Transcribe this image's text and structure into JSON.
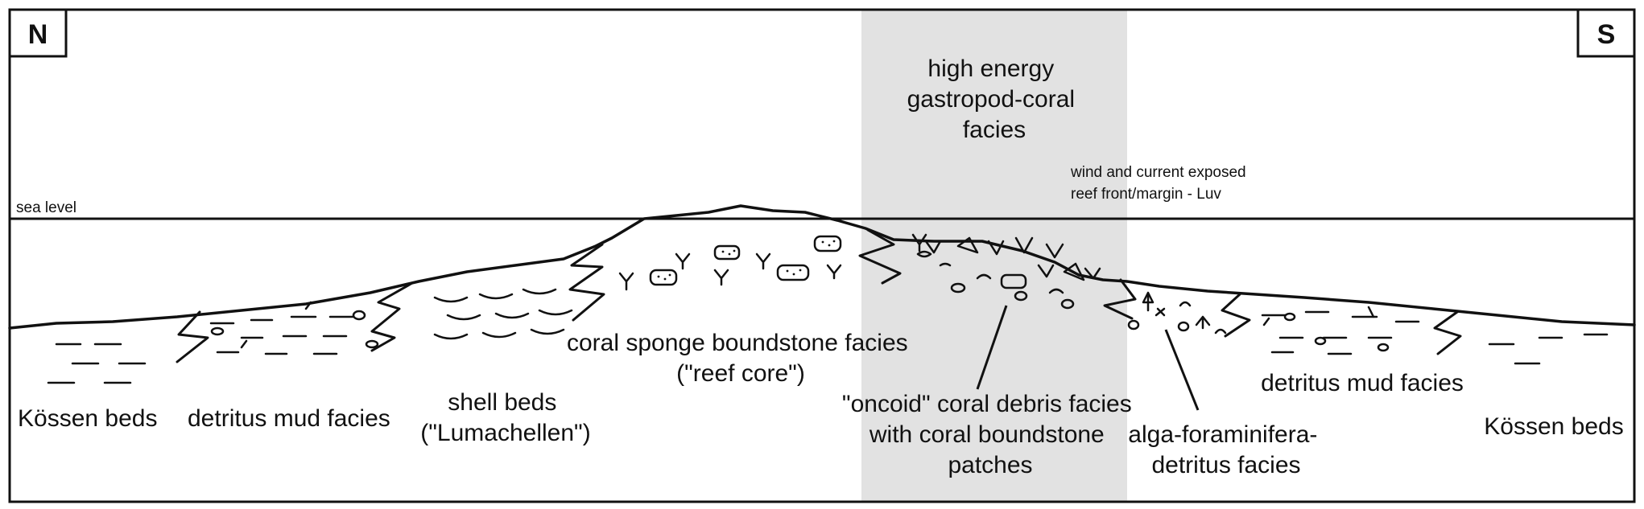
{
  "compass": {
    "north": "N",
    "south": "S"
  },
  "sea_level": "sea level",
  "zones": {
    "high_energy": [
      "high energy",
      "gastropod-coral",
      "facies"
    ],
    "exposed": [
      "wind and current exposed",
      "reef front/margin - Luv"
    ]
  },
  "facies": {
    "kossen_left": [
      "Kössen beds"
    ],
    "detritus_left": [
      "detritus mud facies"
    ],
    "shell_beds": [
      "shell beds",
      "(\"Lumachellen\")"
    ],
    "reef_core": [
      "coral sponge boundstone facies",
      "(\"reef core\")"
    ],
    "oncoid": [
      "\"oncoid\" coral debris facies",
      "with coral boundstone",
      "patches"
    ],
    "alga": [
      "alga-foraminifera-",
      "detritus facies"
    ],
    "detritus_right": [
      "detritus mud facies"
    ],
    "kossen_right": [
      "Kössen beds"
    ]
  },
  "colors": {
    "ink": "#111111",
    "highlight_band": "#e2e2e2",
    "background": "#ffffff"
  }
}
